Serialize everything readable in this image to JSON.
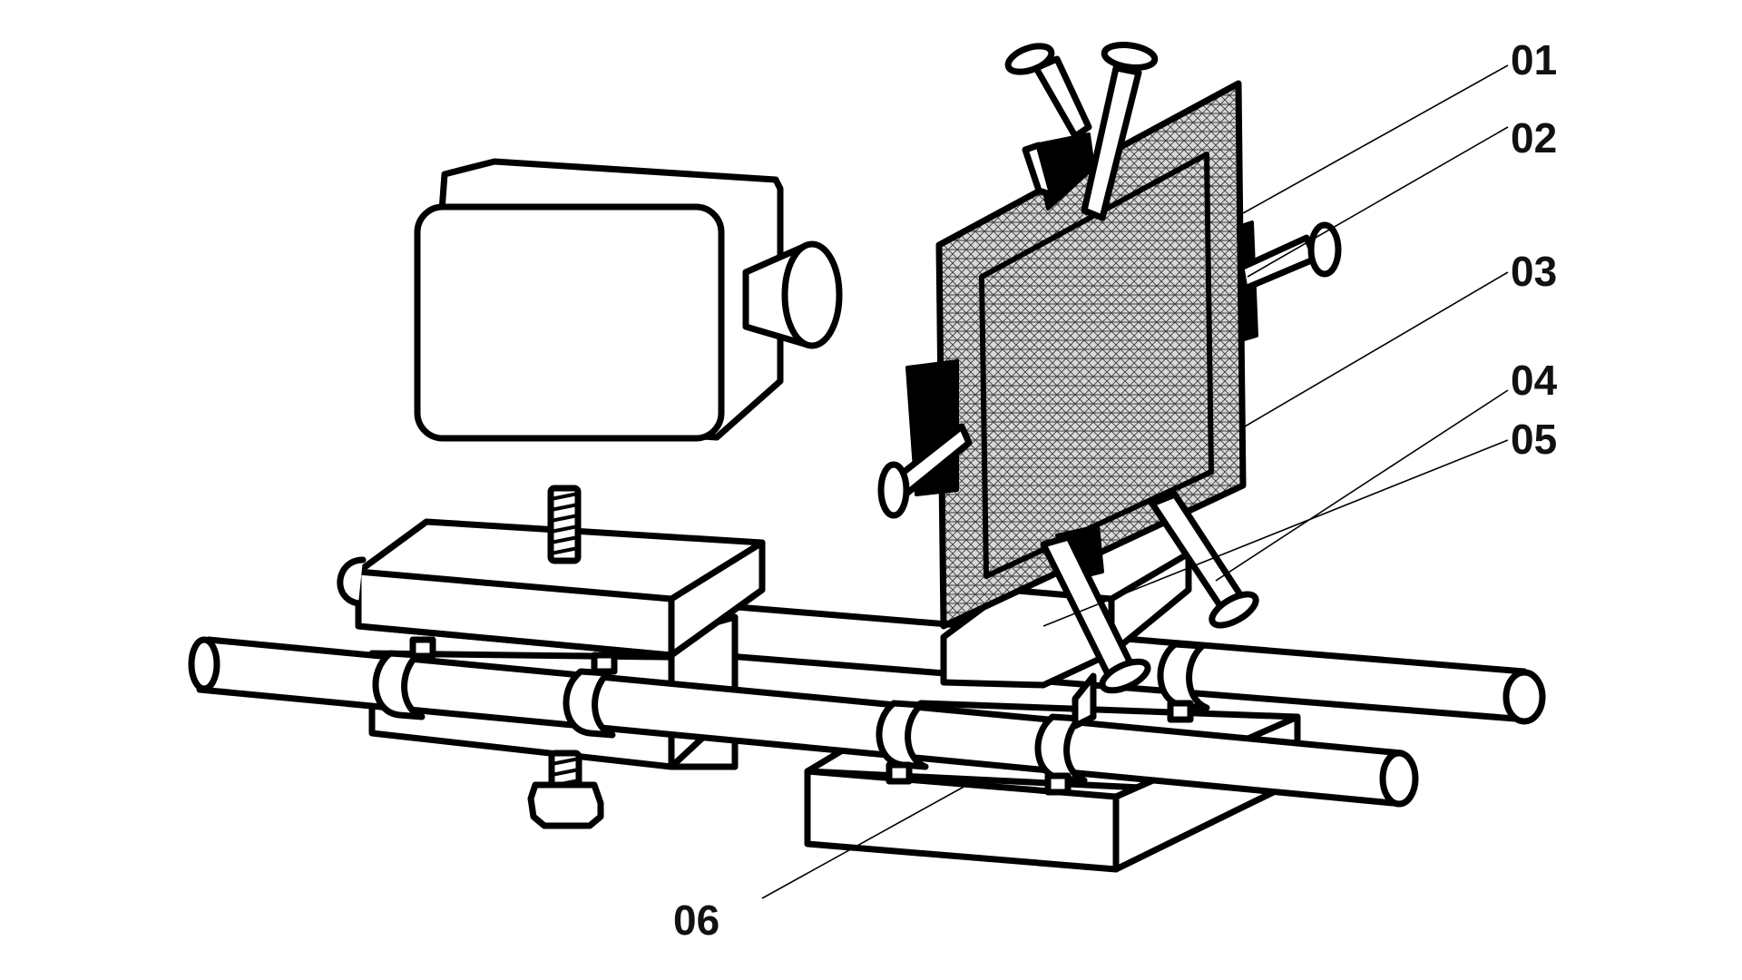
{
  "diagram": {
    "callouts": [
      {
        "id": "01",
        "label": "01"
      },
      {
        "id": "02",
        "label": "02"
      },
      {
        "id": "03",
        "label": "03"
      },
      {
        "id": "04",
        "label": "04"
      },
      {
        "id": "05",
        "label": "05"
      },
      {
        "id": "06",
        "label": "06"
      }
    ]
  },
  "colors": {
    "line": "#000000",
    "fill": "#ffffff",
    "mesh": "#bfbfbf"
  }
}
